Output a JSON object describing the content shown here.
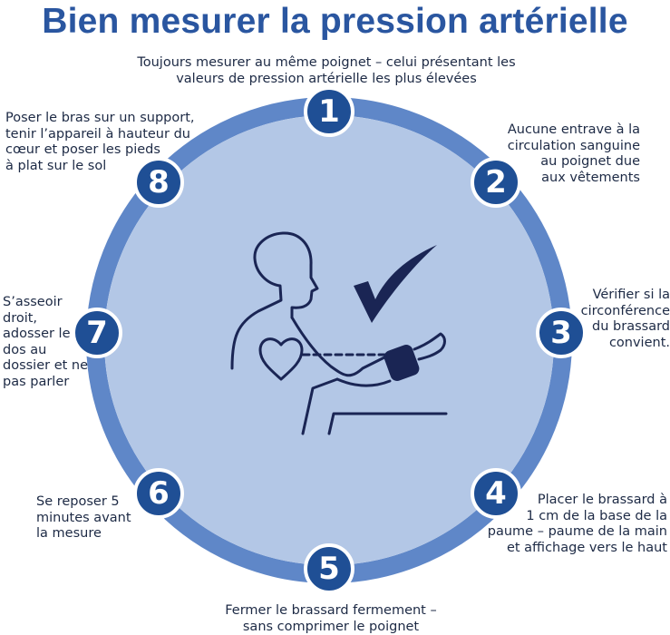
{
  "title": "Bien mesurer la pression artérielle",
  "colors": {
    "title": "#2a56a0",
    "ring": "#5f87c8",
    "disc": "#b3c7e6",
    "badge": "#1f4f95",
    "line_art": "#1a2554"
  },
  "steps": [
    {
      "number": "1",
      "text": "Toujours mesurer au même poignet – celui présentant les\nvaleurs de pression artérielle les plus élevées"
    },
    {
      "number": "2",
      "text": "Aucune entrave à la\ncirculation sanguine\nau poignet due\naux vêtements"
    },
    {
      "number": "3",
      "text": "Vérifier si la\ncirconférence\ndu brassard\nconvient."
    },
    {
      "number": "4",
      "text": "Placer le brassard à\n1 cm de la base de la\npaume – paume de la main\net affichage vers le haut"
    },
    {
      "number": "5",
      "text": "Fermer le brassard fermement –\nsans comprimer le poignet"
    },
    {
      "number": "6",
      "text": "Se reposer 5\nminutes avant\nla mesure"
    },
    {
      "number": "7",
      "text": "S’asseoir\ndroit,\nadosser le\ndos au\ndossier et ne\npas parler"
    },
    {
      "number": "8",
      "text": "Poser le bras sur un support,\ntenir l’appareil à hauteur du\ncœur et poser les pieds\nà plat sur le sol"
    }
  ],
  "illustration": {
    "icons": [
      "person-icon",
      "heart-icon",
      "checkmark-icon",
      "wrist-cuff-icon",
      "chair-icon"
    ]
  }
}
